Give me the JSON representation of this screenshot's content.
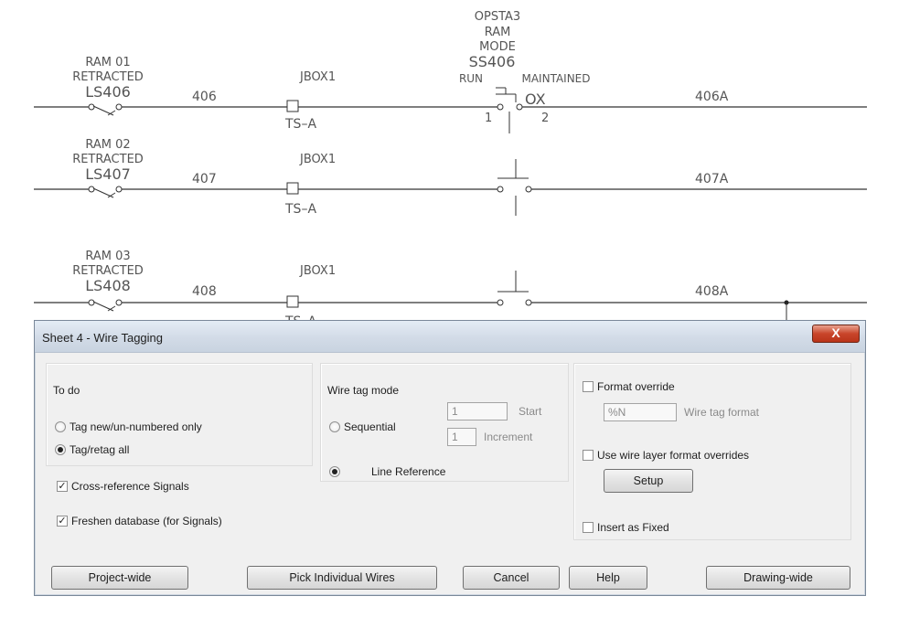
{
  "schematic": {
    "opsta": {
      "line1": "OPSTA3",
      "line2": "RAM",
      "line3": "MODE",
      "tag": "SS406",
      "run": "RUN",
      "maintained": "MAINTAINED",
      "ox": "OX",
      "pin1": "1",
      "pin2": "2"
    },
    "rungs": [
      {
        "line1": "RAM 01",
        "line2": "RETRACTED",
        "device": "LS406",
        "wire": "406",
        "jbox": "JBOX1",
        "ts": "TS–A",
        "wire_out": "406A"
      },
      {
        "line1": "RAM 02",
        "line2": "RETRACTED",
        "device": "LS407",
        "wire": "407",
        "jbox": "JBOX1",
        "ts": "TS–A",
        "wire_out": "407A"
      },
      {
        "line1": "RAM 03",
        "line2": "RETRACTED",
        "device": "LS408",
        "wire": "408",
        "jbox": "JBOX1",
        "ts": "TS–A",
        "wire_out": "408A"
      }
    ]
  },
  "dialog": {
    "title": "Sheet 4 - Wire Tagging",
    "close_label": "X",
    "todo": {
      "heading": "To do",
      "option_new": "Tag new/un-numbered only",
      "option_all": "Tag/retag all",
      "selected": "option_all"
    },
    "cross_reference": {
      "label": "Cross-reference Signals",
      "checked": true
    },
    "freshen": {
      "label": "Freshen database (for Signals)",
      "checked": true
    },
    "mode": {
      "heading": "Wire tag mode",
      "sequential_label": "Sequential",
      "start_value": "1",
      "start_label": "Start",
      "increment_value": "1",
      "increment_label": "Increment",
      "line_reference_label": "Line Reference",
      "selected": "line_reference"
    },
    "format": {
      "override_label": "Format override",
      "override_checked": false,
      "format_value": "%N",
      "format_label": "Wire tag format",
      "layer_overrides_label": "Use wire layer format overrides",
      "layer_overrides_checked": false,
      "setup_label": "Setup",
      "insert_fixed_label": "Insert as Fixed",
      "insert_fixed_checked": false
    },
    "buttons": {
      "project_wide": "Project-wide",
      "pick_wires": "Pick Individual Wires",
      "cancel": "Cancel",
      "help": "Help",
      "drawing_wide": "Drawing-wide"
    }
  }
}
